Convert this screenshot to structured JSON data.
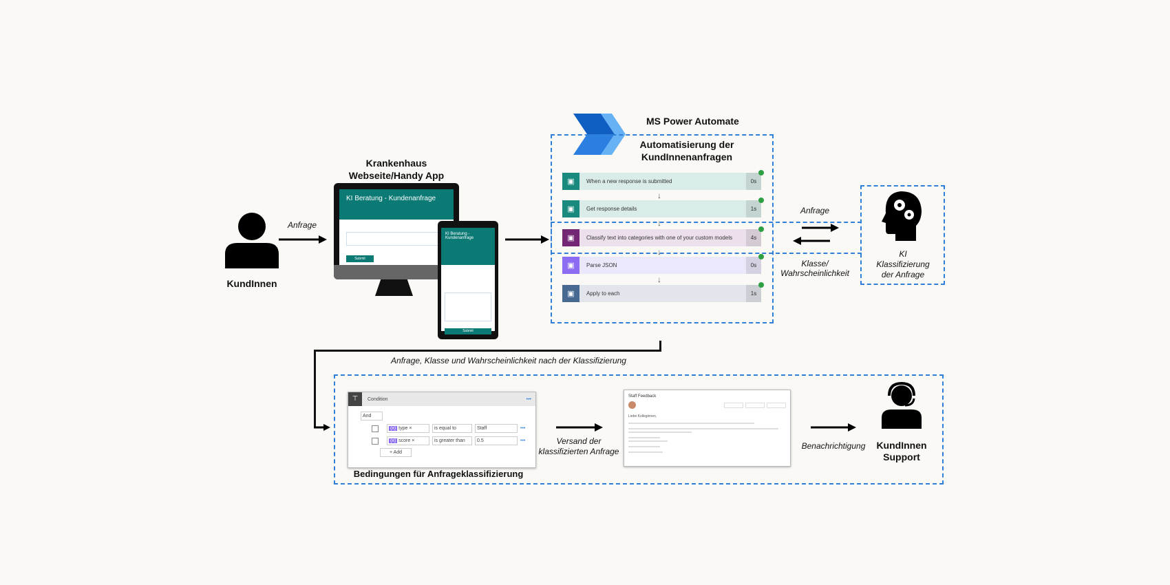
{
  "customers": {
    "label": "KundInnen"
  },
  "arrow_request": {
    "label": "Anfrage"
  },
  "website": {
    "title_line1": "Krankenhaus",
    "title_line2": "Webseite/Handy App",
    "form_title": "KI Beratung - Kundenanfrage",
    "submit": "Submit"
  },
  "power_automate": {
    "product": "MS Power Automate",
    "title_line1": "Automatisierung  der",
    "title_line2": "KundInnenanfragen",
    "steps": [
      {
        "label": "When a new response is submitted",
        "duration": "0s",
        "color": "#1a8a7e",
        "bg": "#d9ecea"
      },
      {
        "label": "Get response details",
        "duration": "1s",
        "color": "#1a8a7e",
        "bg": "#d9ecea"
      },
      {
        "label": "Classify text into categories with one of your custom models",
        "duration": "4s",
        "color": "#742774",
        "bg": "#ece0ec"
      },
      {
        "label": "Parse JSON",
        "duration": "0s",
        "color": "#8c6cf2",
        "bg": "#ece8fb"
      },
      {
        "label": "Apply to each",
        "duration": "1s",
        "color": "#486991",
        "bg": "#e2e6ec"
      }
    ]
  },
  "ai_exchange": {
    "request": "Anfrage",
    "response_line1": "Klasse/",
    "response_line2": "Wahrscheinlichkeit"
  },
  "ai": {
    "line1": "KI",
    "line2": "Klassifizierung",
    "line3": "der Anfrage"
  },
  "connector": {
    "label": "Anfrage, Klasse und Wahrscheinlichkeit nach der Klassifizierung"
  },
  "condition": {
    "title": "Condition",
    "operator": "And",
    "rows": [
      {
        "field": "type",
        "op": "is equal to",
        "value": "Staff"
      },
      {
        "field": "score",
        "op": "is greater than",
        "value": "0.5"
      }
    ],
    "add": "Add",
    "caption": "Bedingungen für Anfrageklassifizierung"
  },
  "send": {
    "line1": "Versand der",
    "line2": "klassifizierten Anfrage"
  },
  "email": {
    "subject": "Staff Feedback",
    "greeting": "Liebe Kolleginnen,"
  },
  "notify": {
    "label": "Benachrichtigung"
  },
  "support": {
    "line1": "KundInnen",
    "line2": "Support"
  }
}
